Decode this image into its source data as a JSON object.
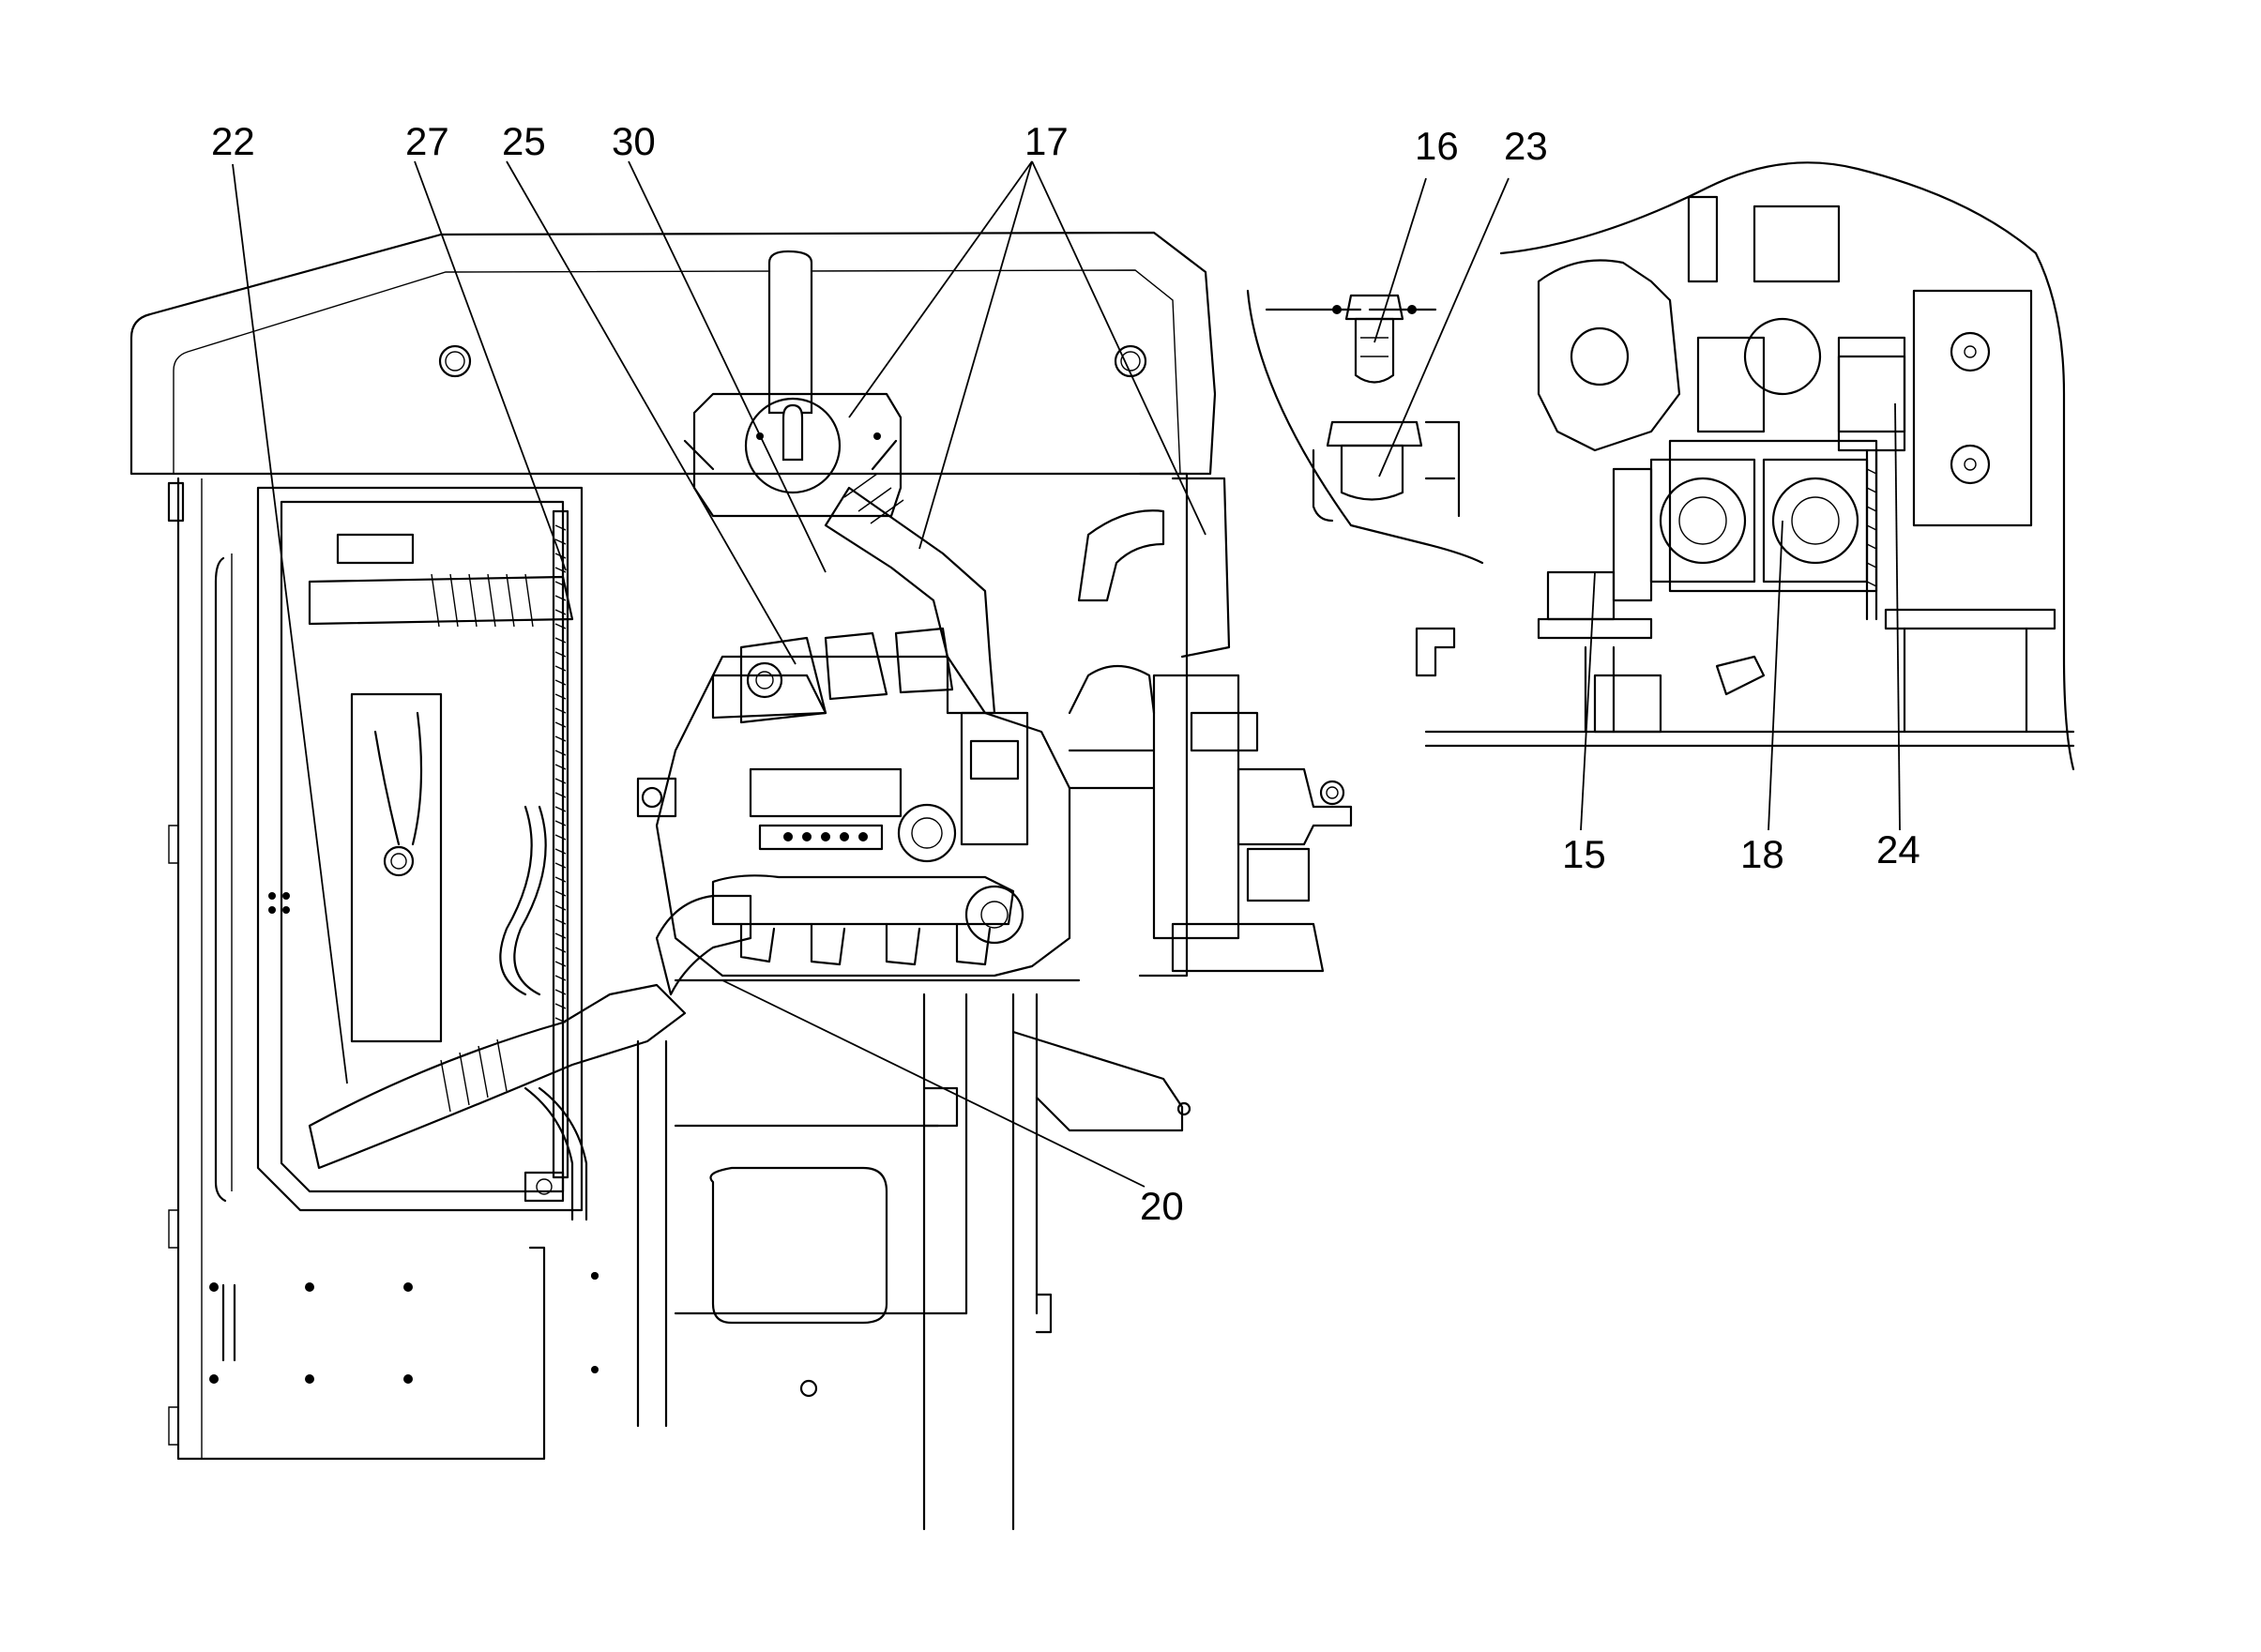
{
  "callouts": [
    {
      "id": "c22",
      "label": "22"
    },
    {
      "id": "c27",
      "label": "27"
    },
    {
      "id": "c25",
      "label": "25"
    },
    {
      "id": "c30",
      "label": "30"
    },
    {
      "id": "c17",
      "label": "17"
    },
    {
      "id": "c16",
      "label": "16"
    },
    {
      "id": "c23",
      "label": "23"
    },
    {
      "id": "c15",
      "label": "15"
    },
    {
      "id": "c18",
      "label": "18"
    },
    {
      "id": "c24",
      "label": "24"
    },
    {
      "id": "c20",
      "label": "20"
    }
  ]
}
